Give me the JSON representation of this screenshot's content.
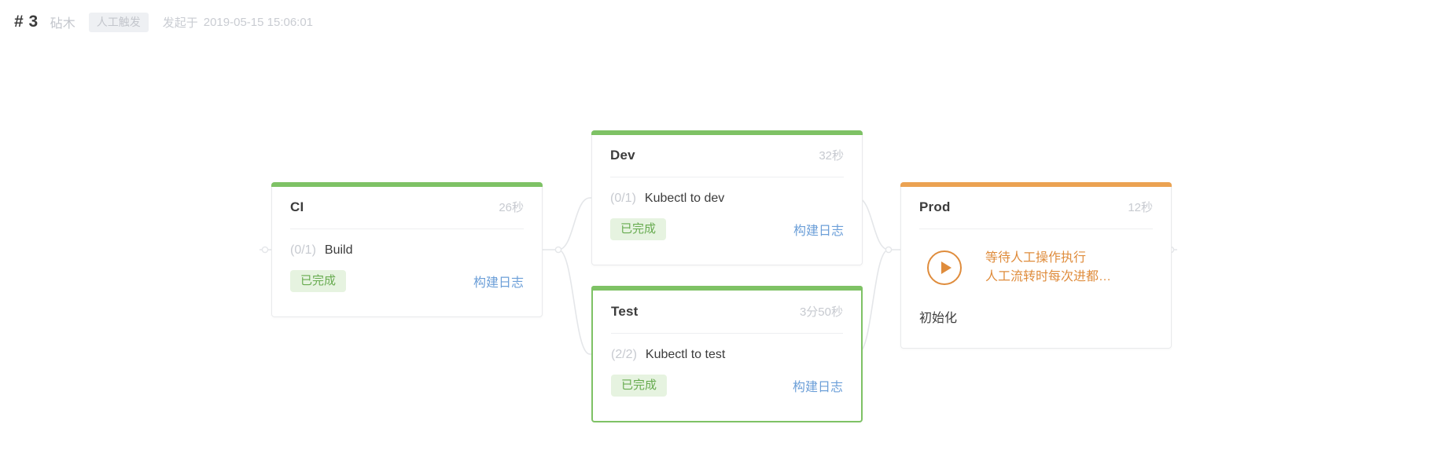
{
  "header": {
    "run_number": "# 3",
    "pipeline_name": "砧木",
    "trigger_tag": "人工触发",
    "started_label": "发起于",
    "started_time": "2019-05-15 15:06:01"
  },
  "colors": {
    "success_bar": "#7ec265",
    "warning_bar": "#eba252",
    "badge_text": "#67ab4f",
    "badge_bg": "#e6f3e0",
    "link": "#6c9fd8",
    "manual_text": "#df8c3c",
    "connector": "#e4e6e9"
  },
  "stages": [
    {
      "id": "ci",
      "title": "CI",
      "duration": "26秒",
      "job_count": "(0/1)",
      "job_name": "Build",
      "status": "已完成",
      "log_link": "构建日志",
      "bar_color": "#7ec265",
      "selected": false
    },
    {
      "id": "dev",
      "title": "Dev",
      "duration": "32秒",
      "job_count": "(0/1)",
      "job_name": "Kubectl to dev",
      "status": "已完成",
      "log_link": "构建日志",
      "bar_color": "#7ec265",
      "selected": false
    },
    {
      "id": "test",
      "title": "Test",
      "duration": "3分50秒",
      "job_count": "(2/2)",
      "job_name": "Kubectl to test",
      "status": "已完成",
      "log_link": "构建日志",
      "bar_color": "#7ec265",
      "selected": true
    },
    {
      "id": "prod",
      "title": "Prod",
      "duration": "12秒",
      "manual_line_1": "等待人工操作执行",
      "manual_line_2": "人工流转时每次进都…",
      "state_text": "初始化",
      "bar_color": "#eba252",
      "selected": false
    }
  ]
}
